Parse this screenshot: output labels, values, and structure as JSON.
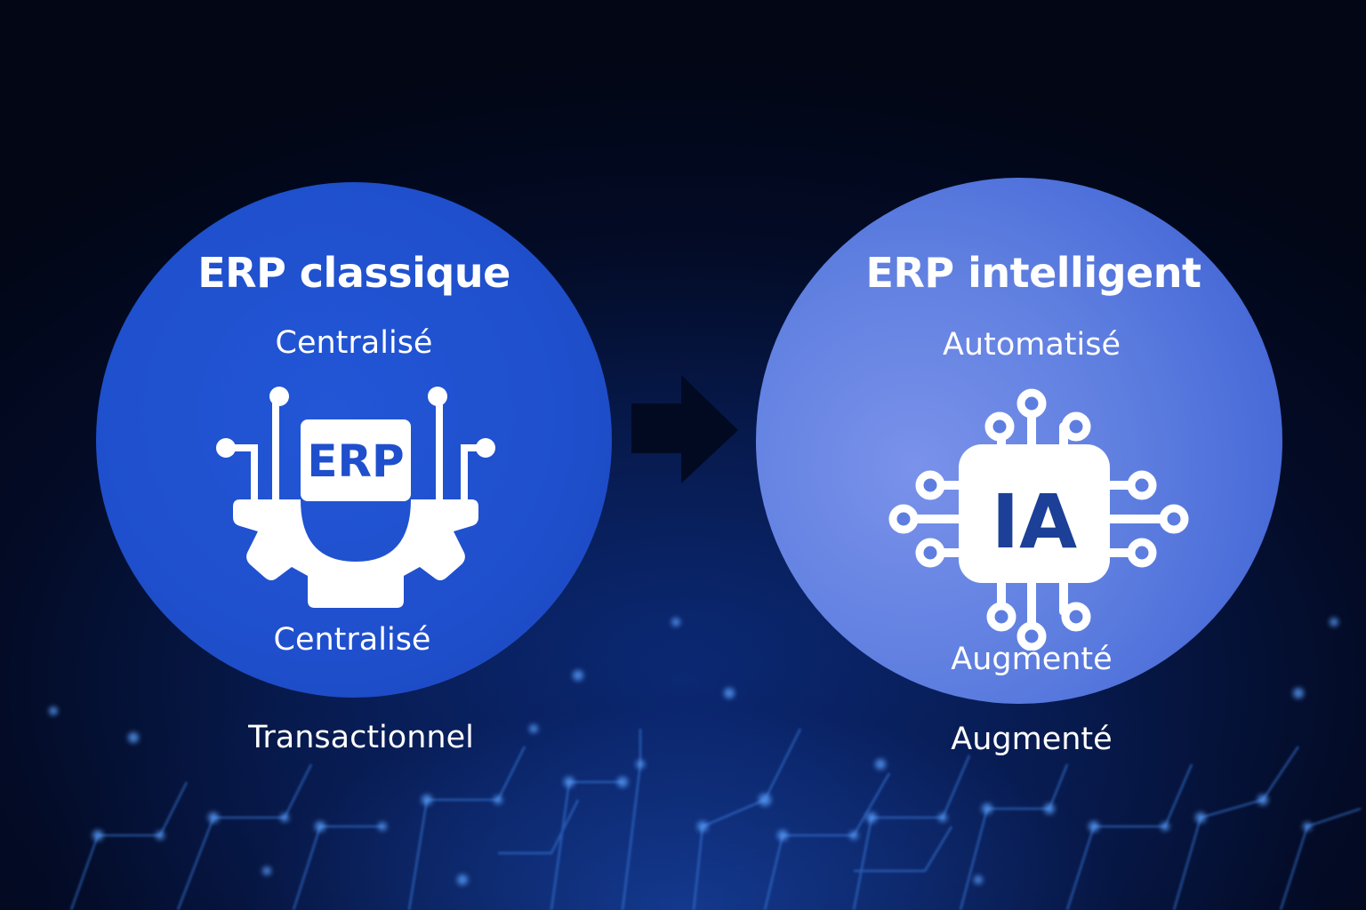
{
  "left_panel": {
    "title": "ERP classique",
    "subtitle_top": "Centralisé",
    "icon_label": "ERP",
    "subtitle_bottom": "Centralisé",
    "caption": "Transactionnel",
    "color": "#1f4fcc"
  },
  "right_panel": {
    "title": "ERP intelligent",
    "subtitle_top": "Automatisé",
    "icon_label": "IA",
    "subtitle_bottom": "Augmenté",
    "caption": "Augmenté",
    "color": "#6583e2",
    "icon_text_color": "#1c3f97"
  },
  "transition_icon": "arrow-right-icon",
  "background": {
    "base": "#020615",
    "accent": "#0b2a78"
  }
}
